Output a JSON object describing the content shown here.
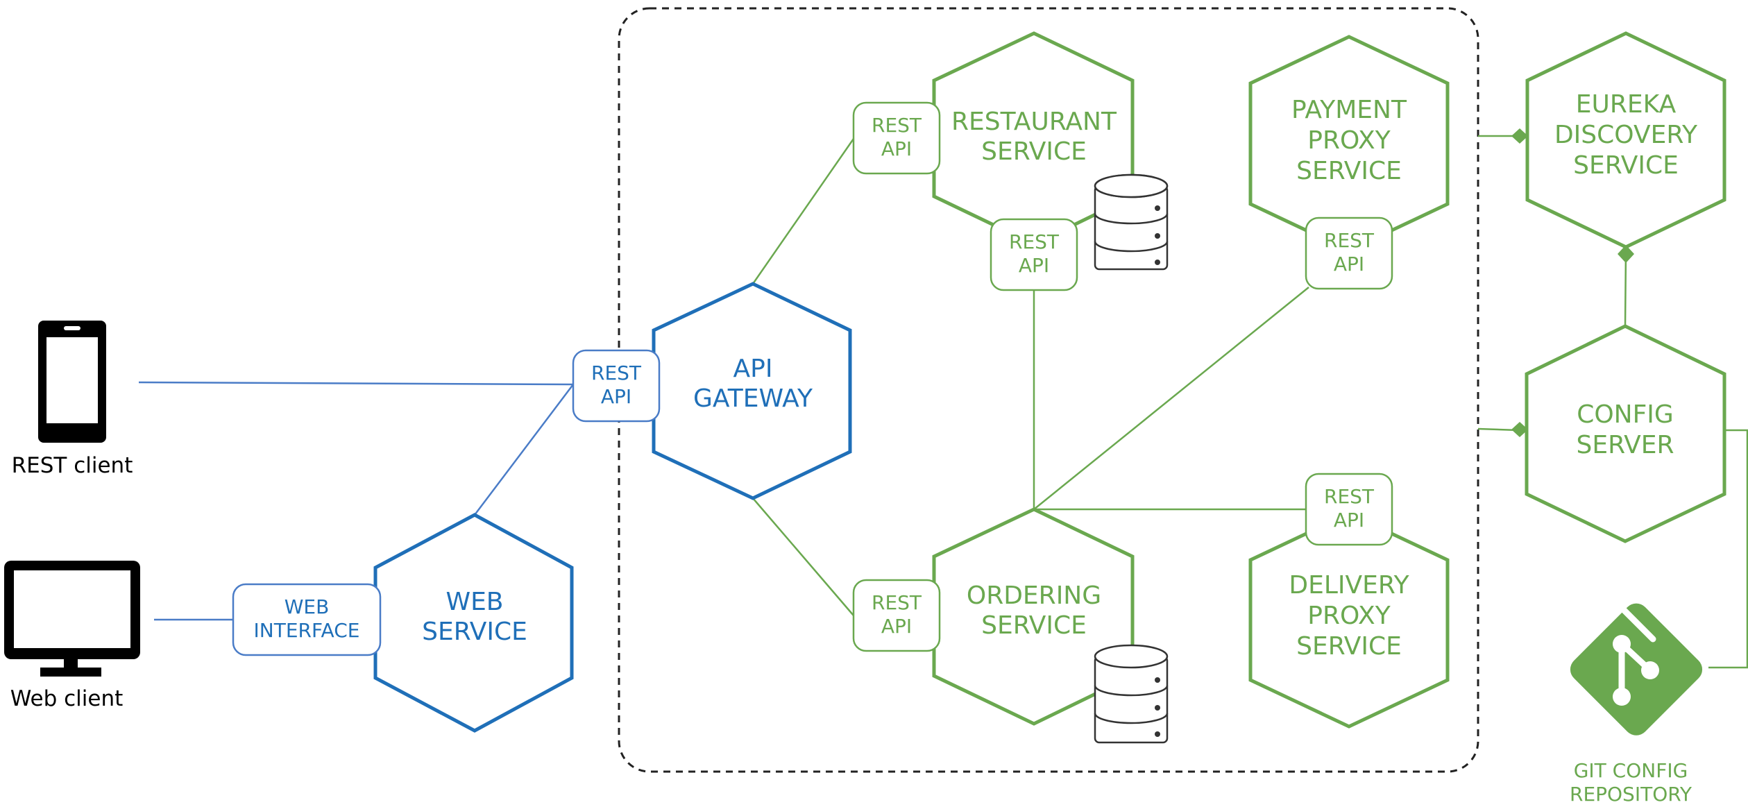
{
  "colors": {
    "green": "#6aa84f",
    "blue": "#1f6fb8",
    "light_blue": "#4a7cc7",
    "black": "#000000",
    "boundary": "#222222"
  },
  "clients": {
    "rest_client": {
      "label": "REST client",
      "icon": "smartphone-icon"
    },
    "web_client": {
      "label": "Web client",
      "icon": "monitor-icon"
    }
  },
  "web_service": {
    "line1": "WEB",
    "line2": "SERVICE",
    "interface_line1": "WEB",
    "interface_line2": "INTERFACE"
  },
  "api_gateway": {
    "line1": "API",
    "line2": "GATEWAY",
    "api_line1": "REST",
    "api_line2": "API"
  },
  "restaurant_service": {
    "line1": "RESTAURANT",
    "line2": "SERVICE",
    "api_left_line1": "REST",
    "api_left_line2": "API",
    "api_bottom_line1": "REST",
    "api_bottom_line2": "API"
  },
  "payment_proxy_service": {
    "line1": "PAYMENT",
    "line2": "PROXY",
    "line3": "SERVICE",
    "api_line1": "REST",
    "api_line2": "API"
  },
  "ordering_service": {
    "line1": "ORDERING",
    "line2": "SERVICE",
    "api_line1": "REST",
    "api_line2": "API"
  },
  "delivery_proxy_service": {
    "line1": "DELIVERY",
    "line2": "PROXY",
    "line3": "SERVICE",
    "api_line1": "REST",
    "api_line2": "API"
  },
  "eureka_discovery_service": {
    "line1": "EUREKA",
    "line2": "DISCOVERY",
    "line3": "SERVICE"
  },
  "config_server": {
    "line1": "CONFIG",
    "line2": "SERVER"
  },
  "git_config_repository": {
    "line1": "GIT CONFIG",
    "line2": "REPOSITORY",
    "icon": "git-icon"
  }
}
